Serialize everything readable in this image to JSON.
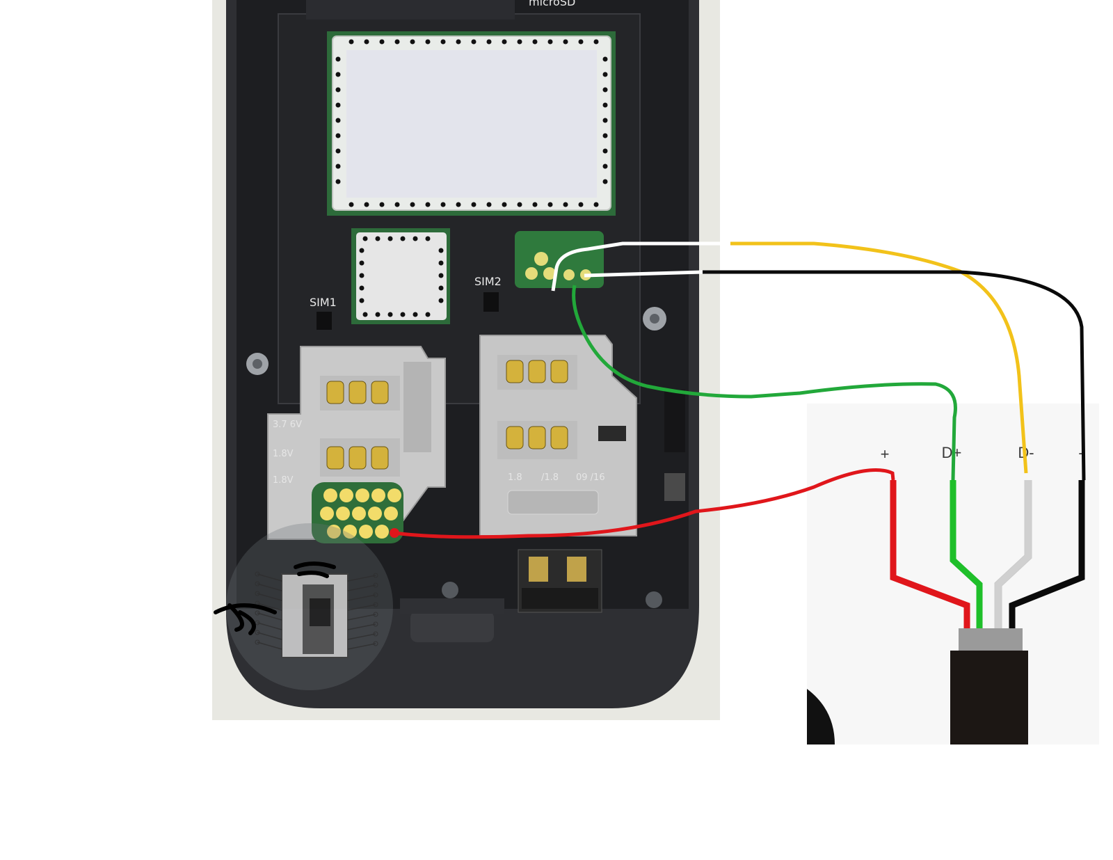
{
  "phone": {
    "brand_mark": "microSD",
    "sim1_label": "SIM1",
    "sim2_label": "SIM2",
    "sim_tray_left_labels": [
      "3.7 6V",
      "1.8V",
      "1.8V"
    ],
    "sim_tray_right_labels": [
      "1.8",
      "/1.8",
      "09 /16"
    ]
  },
  "usb_connector": {
    "pins": [
      {
        "label": "+",
        "wire_color": "#e0161b"
      },
      {
        "label": "D+",
        "wire_color": "#1fbf2a"
      },
      {
        "label": "D-",
        "wire_color": "#ffffff"
      },
      {
        "label": "-",
        "wire_color": "#0a0a0a"
      }
    ]
  },
  "wire_colors": {
    "red": "#e0161b",
    "green": "#22a83a",
    "white": "#ffffff",
    "black": "#0a0a0a",
    "yellow": "#f2c21a"
  }
}
